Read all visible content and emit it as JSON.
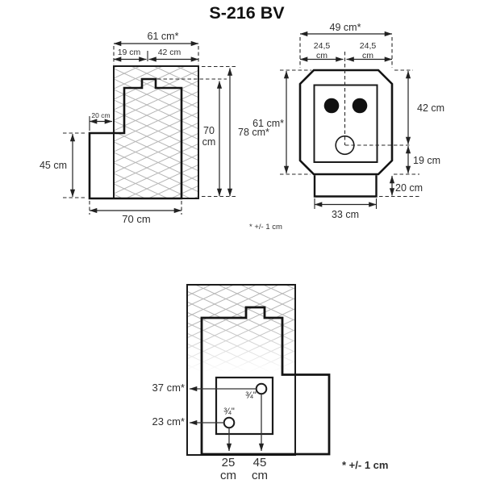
{
  "title": "S-216 BV",
  "side_view": {
    "top_width": "61 cm*",
    "top_width_back": "19 cm",
    "top_width_front": "42 cm",
    "hearth_depth": "20 cm",
    "hearth_height": "45 cm",
    "stove_height": "70 cm",
    "total_height": "78 cm*",
    "bottom_width": "70 cm"
  },
  "front_view": {
    "top_width": "49 cm*",
    "top_half_left": "24,5 cm",
    "top_half_right": "24,5 cm",
    "body_height": "61 cm*",
    "top_to_valve": "42 cm",
    "valve_to_bottom": "19 cm",
    "base_height": "20 cm",
    "base_width": "33 cm"
  },
  "back_view": {
    "upper_connection_height": "37 cm*",
    "lower_connection_height": "23 cm*",
    "upper_connection_size": "¾\"",
    "lower_connection_size": "¾\"",
    "lower_connection_offset": "25 cm",
    "upper_connection_offset": "45 cm"
  },
  "notes": {
    "tolerance": "* +/- 1 cm",
    "tolerance_bold": "* +/- 1 cm"
  }
}
